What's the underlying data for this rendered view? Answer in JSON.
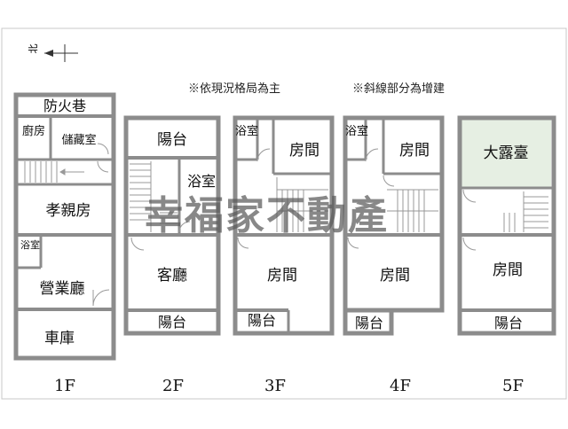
{
  "notes": {
    "layout_basis": "※依現況格局為主",
    "hatched_is_addition": "※斜線部分為增建"
  },
  "compass": {
    "north_label": "北"
  },
  "watermark": "幸福家不動產",
  "colors": {
    "wall": "#8c8c8c",
    "frame": "#c8c8c8",
    "terrace_fill": "#e6efe3",
    "watermark": "#5a5a5a"
  },
  "floors": {
    "f1": {
      "label": "1F",
      "rooms": {
        "fire_lane": "防火巷",
        "kitchen": "廚房",
        "storage": "儲藏室",
        "elder_room": "孝親房",
        "bath": "浴室",
        "business_hall": "營業廳",
        "garage": "車庫"
      }
    },
    "f2": {
      "label": "2F",
      "rooms": {
        "balcony_top": "陽台",
        "bath": "浴室",
        "living_room": "客廳",
        "balcony_bottom": "陽台"
      }
    },
    "f3": {
      "label": "3F",
      "rooms": {
        "bath": "浴室",
        "room_top": "房間",
        "room_bottom": "房間",
        "balcony": "陽台"
      }
    },
    "f4": {
      "label": "4F",
      "rooms": {
        "bath": "浴室",
        "room_top": "房間",
        "room_bottom": "房間",
        "balcony": "陽台"
      }
    },
    "f5": {
      "label": "5F",
      "rooms": {
        "terrace": "大露臺",
        "room": "房間",
        "balcony": "陽台"
      }
    }
  }
}
